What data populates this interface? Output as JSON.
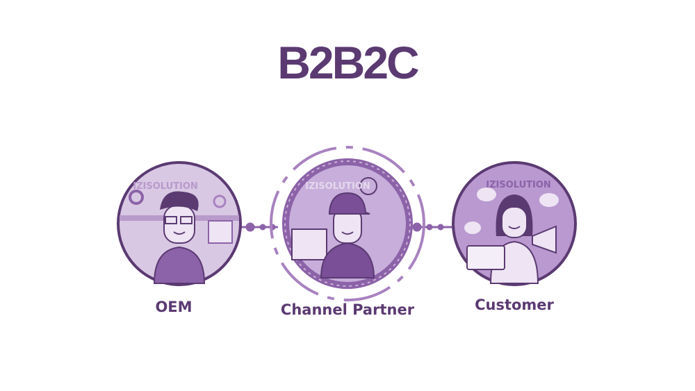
{
  "title": "B2B2C",
  "nodes": [
    {
      "label": "OEM",
      "watermark": "IZISOLUTION"
    },
    {
      "label": "Channel Partner",
      "watermark": "IZISOLUTION"
    },
    {
      "label": "Customer",
      "watermark": "IZISOLUTION"
    }
  ],
  "colors": {
    "primary": "#5b3a72",
    "mid": "#8c62a8",
    "light": "#c9b3d8",
    "pale": "#e4d8ec"
  }
}
